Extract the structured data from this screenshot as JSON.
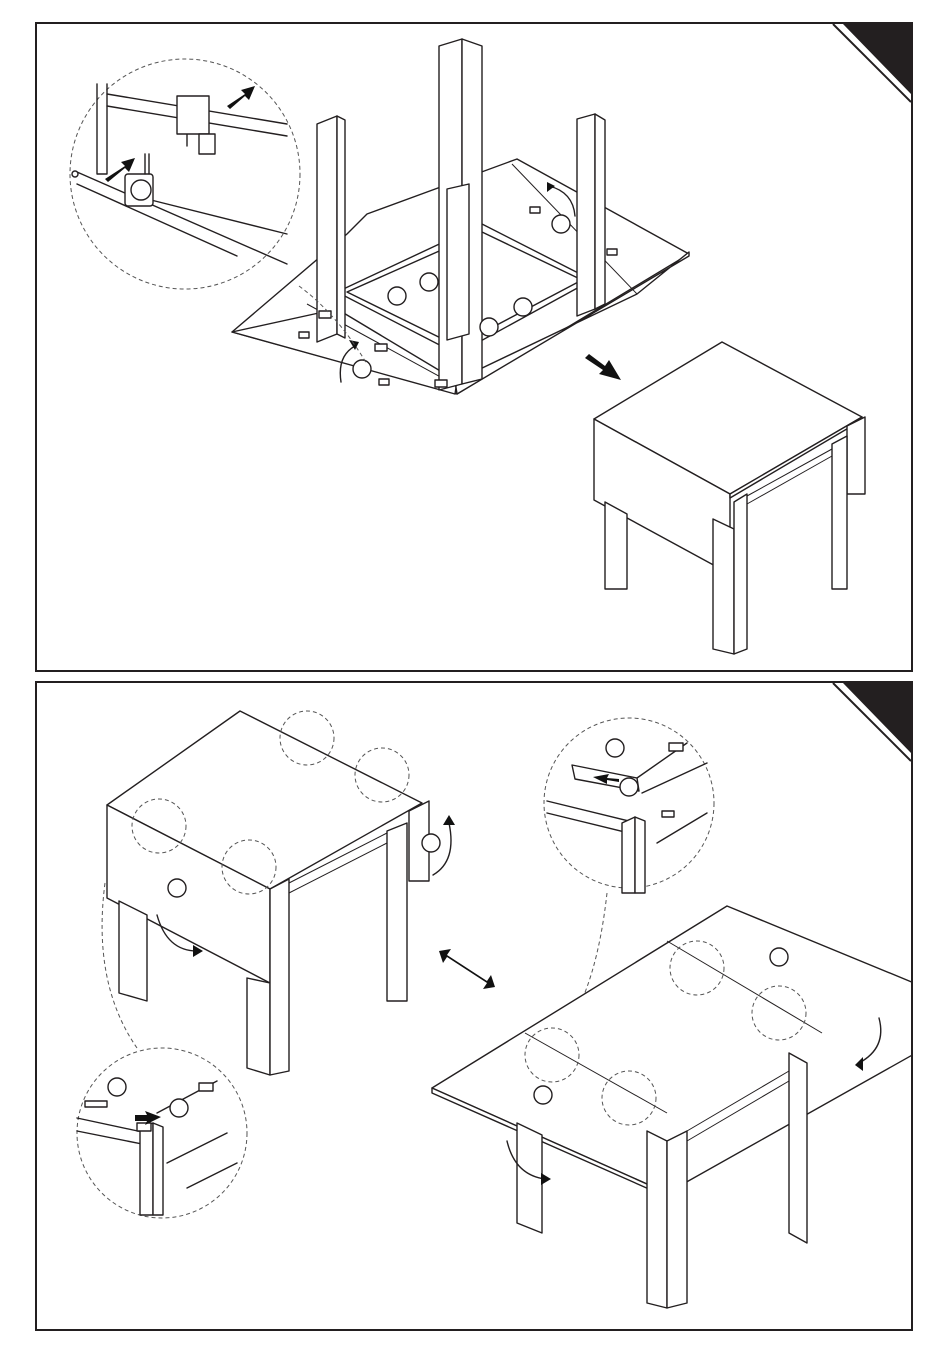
{
  "document": {
    "panels": [
      {
        "id": "step-a",
        "step_badge": "",
        "content": "table-flip-over"
      },
      {
        "id": "step-b",
        "step_badge": "",
        "content": "drop-leaf-extend"
      }
    ],
    "colors": {
      "line": "#231f20",
      "background": "#ffffff",
      "badge": "#231f20",
      "callout-dash": "#555555"
    },
    "icons": [
      "push-arrow-icon",
      "rotate-arrow-icon",
      "double-arrow-icon",
      "hinge-icon",
      "callout-circle-icon"
    ]
  }
}
